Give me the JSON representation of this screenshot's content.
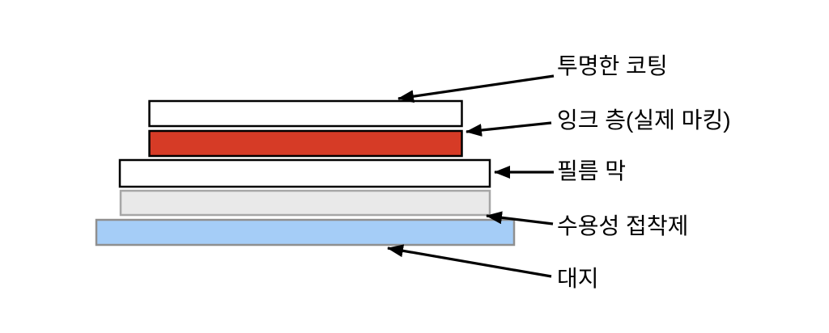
{
  "diagram": {
    "type": "layer-stack",
    "description": "Cross-section diagram of a marking decal structure",
    "background": "#ffffff",
    "arrow_color": "#000000",
    "label_color": "#000000",
    "layers": [
      {
        "id": "transparent-coating",
        "label": "투명한 코팅",
        "fill": "#ffffff",
        "stroke": "#000000"
      },
      {
        "id": "ink-layer",
        "label": "잉크 층(실제 마킹)",
        "fill": "#d63b26",
        "stroke": "#000000"
      },
      {
        "id": "film-membrane",
        "label": "필름 막",
        "fill": "#ffffff",
        "stroke": "#000000"
      },
      {
        "id": "adhesive",
        "label": "수용성 접착제",
        "fill": "#e9e9e9",
        "stroke": "#a6a6a6"
      },
      {
        "id": "backing-sheet",
        "label": "대지",
        "fill": "#a5cdf7",
        "stroke": "#8f8f8f"
      }
    ]
  }
}
